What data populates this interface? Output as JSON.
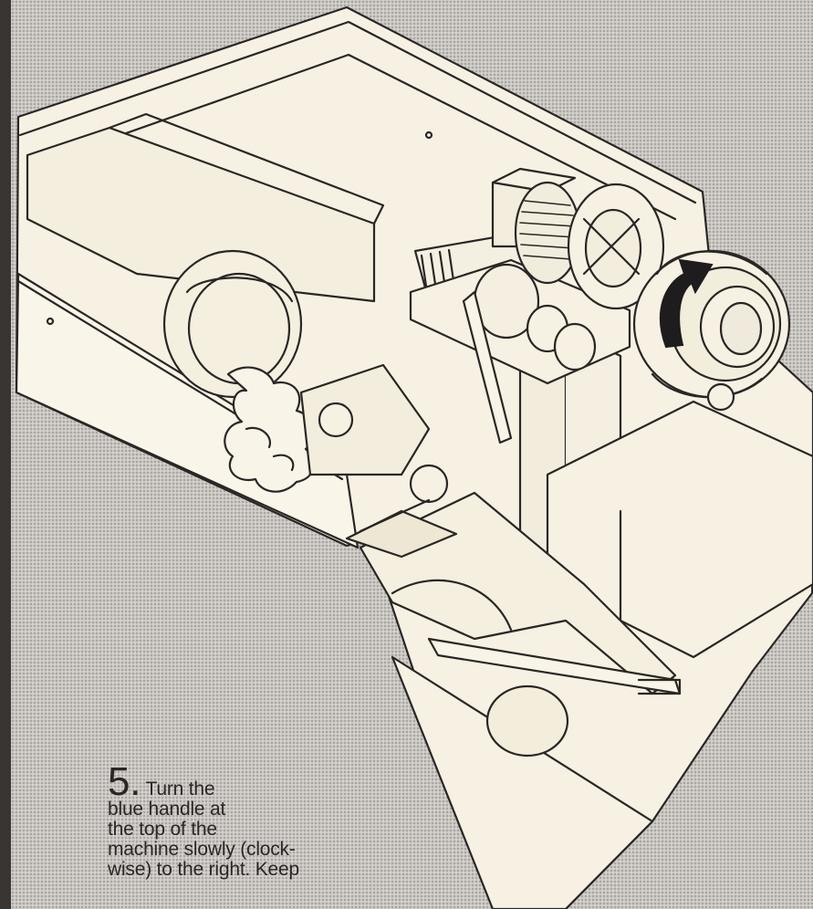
{
  "instruction": {
    "step_number": "5.",
    "lines": [
      "Turn the",
      "blue handle at",
      "the top of the",
      "machine slowly (clock-",
      "wise) to the right. Keep"
    ]
  },
  "colors": {
    "background": "#c9c6c2",
    "machine_fill": "#f6f1e2",
    "line": "#2a2626",
    "arrow": "#1e1c1c"
  },
  "icons": {
    "rotation_arrow": "clockwise-arrow-icon"
  }
}
